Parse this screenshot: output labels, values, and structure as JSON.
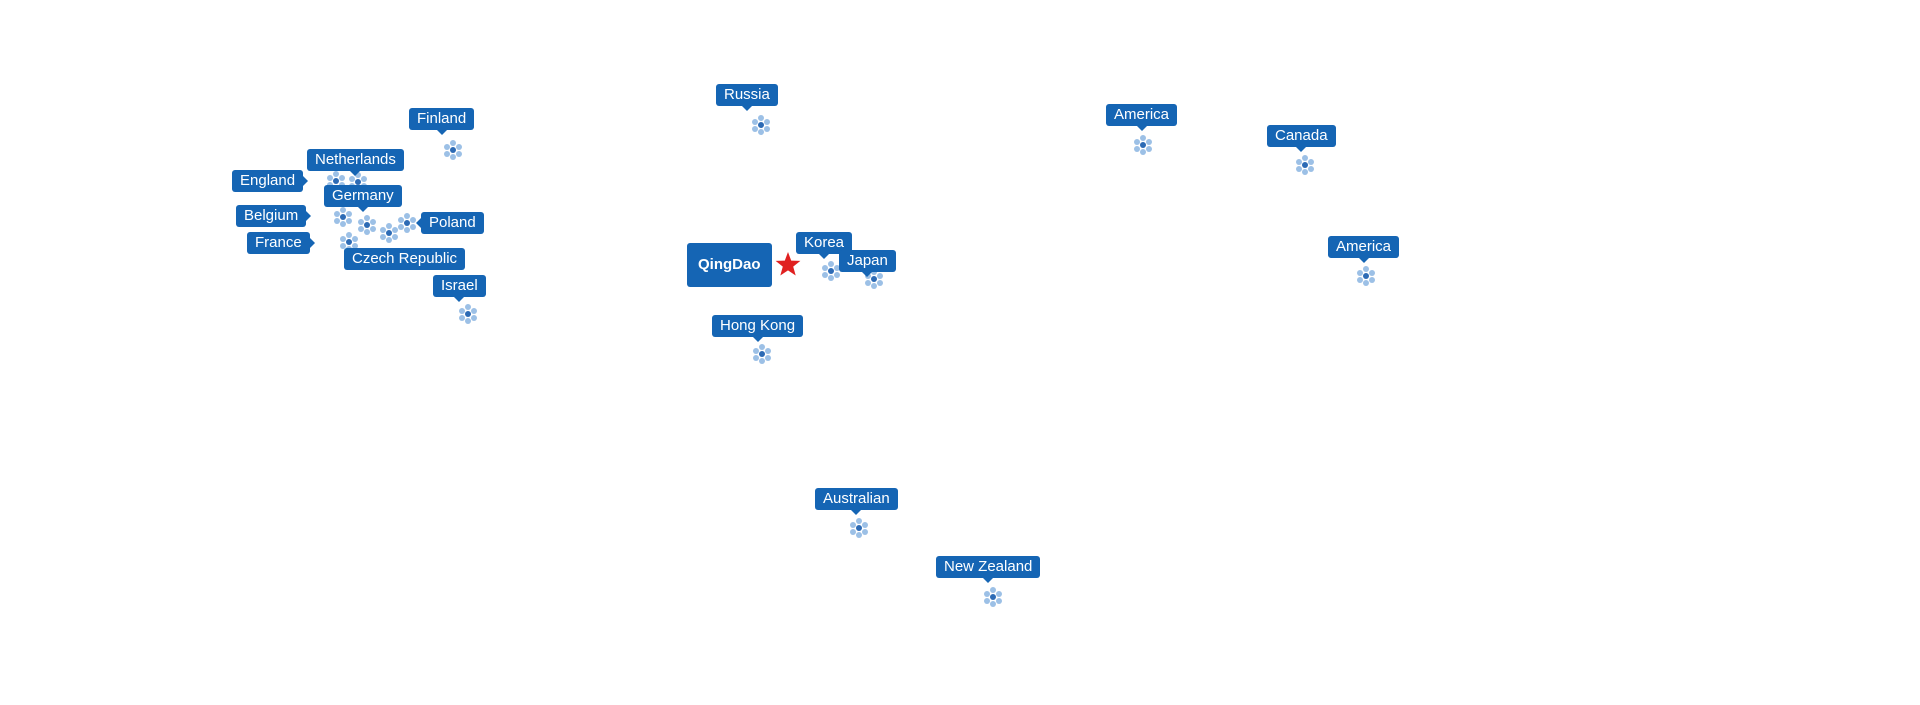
{
  "map": {
    "origin": {
      "name": "QingDao",
      "star_color": "#e02020"
    },
    "label_color": "#1565b4",
    "marker_color": "#2d6bb5",
    "destinations": [
      {
        "key": "finland",
        "name": "Finland"
      },
      {
        "key": "netherlands",
        "name": "Netherlands"
      },
      {
        "key": "england",
        "name": "England"
      },
      {
        "key": "germany",
        "name": "Germany"
      },
      {
        "key": "belgium",
        "name": "Belgium"
      },
      {
        "key": "poland",
        "name": "Poland"
      },
      {
        "key": "france",
        "name": "France"
      },
      {
        "key": "czech-republic",
        "name": "Czech Republic"
      },
      {
        "key": "israel",
        "name": "Israel"
      },
      {
        "key": "russia",
        "name": "Russia"
      },
      {
        "key": "korea",
        "name": "Korea"
      },
      {
        "key": "japan",
        "name": "Japan"
      },
      {
        "key": "hong-kong",
        "name": "Hong Kong"
      },
      {
        "key": "australian",
        "name": "Australian"
      },
      {
        "key": "new-zealand",
        "name": "New Zealand"
      },
      {
        "key": "america-north",
        "name": "America"
      },
      {
        "key": "canada",
        "name": "Canada"
      },
      {
        "key": "america-south",
        "name": "America"
      }
    ]
  }
}
